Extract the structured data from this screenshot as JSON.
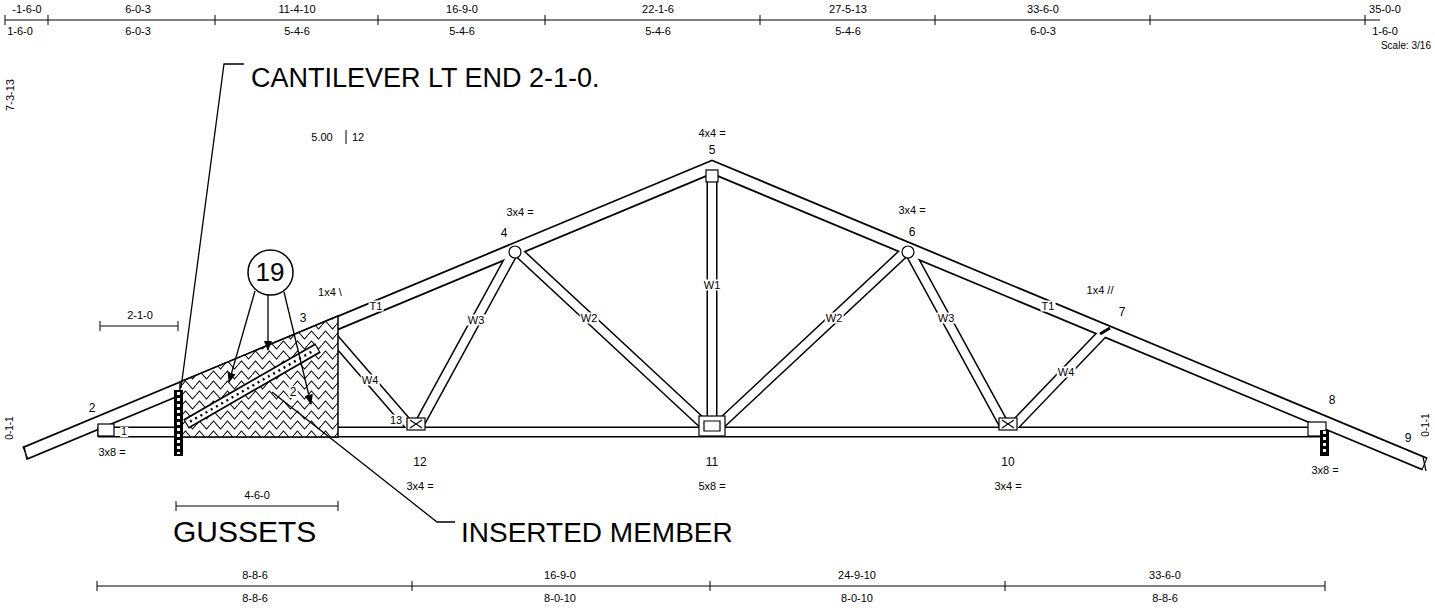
{
  "diagram": {
    "nodes": [
      {
        "text": [
          "19"
        ]
      }
    ],
    "labels": [
      "-1-6-0",
      "6-0-3",
      "11-4-10",
      "16-9-0",
      "22-1-6",
      "27-5-13",
      "33-6-0",
      "35-0-0",
      "1-6-0",
      "6-0-3",
      "5-4-6",
      "5-4-6",
      "5-4-6",
      "5-4-6",
      "6-0-3",
      "1-6-0",
      "Scale: 3/16",
      "CANTILEVER LT END 2-1-0.",
      "4x4 =",
      "5",
      "7-3-13",
      "5.00",
      "12",
      "3x4 =",
      "4",
      "3x4 =",
      "6",
      "1x4 \\",
      "T1",
      "3",
      "W4",
      "W3",
      "W2",
      "W1",
      "W2",
      "W3",
      "1x4 //",
      "T1",
      "7",
      "W4",
      "2",
      "2",
      "1",
      "13",
      "8",
      "9",
      "0-1-1",
      "0-1-1",
      "2-1-0",
      "3x8 =",
      "12",
      "11",
      "10",
      "3x4 =",
      "5x8 =",
      "3x4 =",
      "3x8 =",
      "4-6-0",
      "GUSSETS",
      "INSERTED MEMBER",
      "8-8-6",
      "16-9-0",
      "24-9-10",
      "33-6-0",
      "8-8-6",
      "8-0-10",
      "8-0-10",
      "8-8-6"
    ]
  }
}
